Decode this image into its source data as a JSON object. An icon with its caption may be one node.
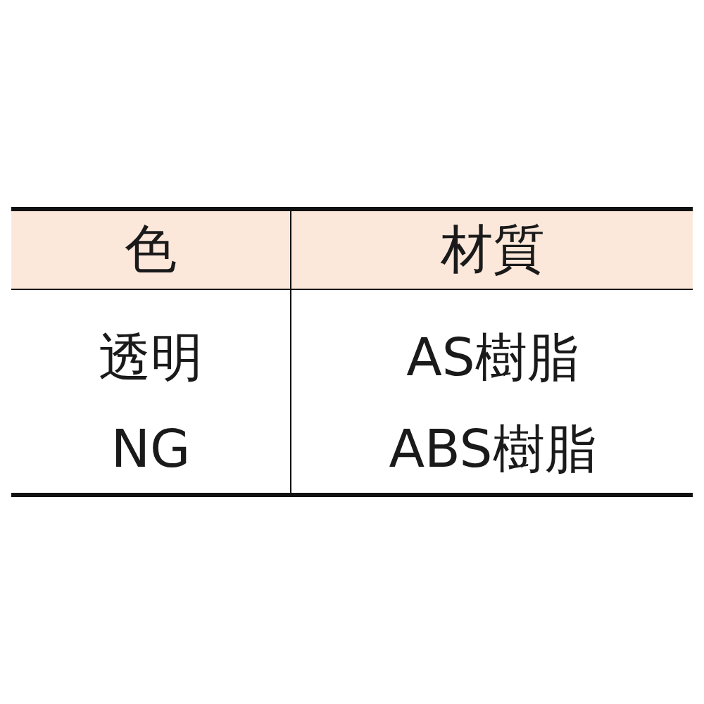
{
  "diagram": {
    "labels": [
      "色",
      "材質",
      "透明",
      "AS樹脂",
      "NG",
      "ABS樹脂"
    ]
  }
}
